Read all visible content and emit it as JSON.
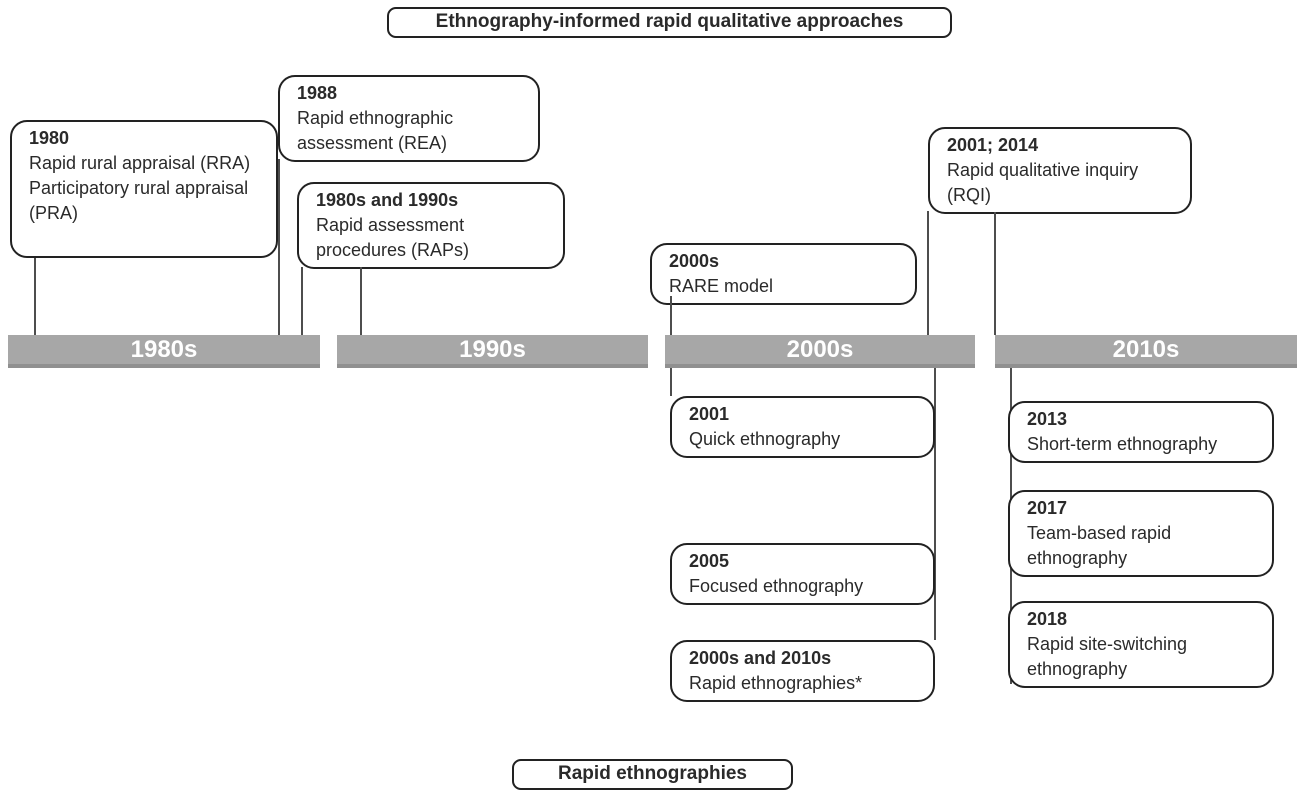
{
  "figure": {
    "top_label": "Ethnography-informed rapid qualitative approaches",
    "bottom_label": "Rapid ethnographies",
    "bar_color": "#a7a7a7",
    "bar_text_color": "#ffffff",
    "decades": [
      {
        "label": "1980s"
      },
      {
        "label": "1990s"
      },
      {
        "label": "2000s"
      },
      {
        "label": "2010s"
      }
    ],
    "events_above": [
      {
        "year": "1980",
        "items": [
          "Rapid rural appraisal (RRA)",
          "Participatory rural appraisal (PRA)"
        ]
      },
      {
        "year": "1988",
        "items": [
          "Rapid ethnographic assessment (REA)"
        ]
      },
      {
        "year": "1980s and 1990s",
        "items": [
          "Rapid assessment procedures (RAPs)"
        ]
      },
      {
        "year": "2000s",
        "items": [
          "RARE model"
        ]
      },
      {
        "year": "2001; 2014",
        "items": [
          "Rapid qualitative inquiry (RQI)"
        ]
      }
    ],
    "events_below": [
      {
        "year": "2001",
        "items": [
          "Quick ethnography"
        ]
      },
      {
        "year": "2005",
        "items": [
          "Focused ethnography"
        ]
      },
      {
        "year": "2000s and 2010s",
        "items": [
          "Rapid ethnographies*"
        ]
      },
      {
        "year": "2013",
        "items": [
          "Short-term ethnography"
        ]
      },
      {
        "year": "2017",
        "items": [
          "Team-based rapid ethnography"
        ]
      },
      {
        "year": "2018",
        "items": [
          "Rapid site-switching ethnography"
        ]
      }
    ]
  }
}
